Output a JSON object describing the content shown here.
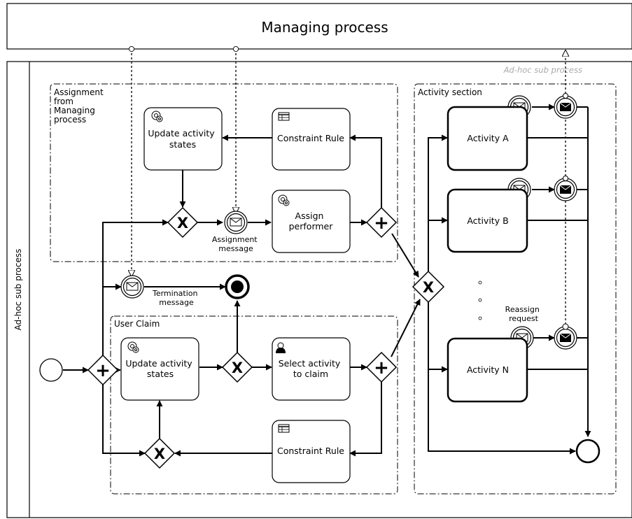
{
  "pool_top": {
    "title": "Managing process"
  },
  "pool_main": {
    "title": "Ad-hoc sub process",
    "watermark": "Ad-hoc sub process"
  },
  "groups": {
    "assignment": "Assignment\nfrom\nManaging\nprocess",
    "user_claim": "User Claim",
    "activity_section": "Activity section"
  },
  "tasks": {
    "update_states_top": "Update activity\nstates",
    "constraint_rule_top": "Constraint Rule",
    "assign_performer": "Assign\nperformer",
    "update_states_bottom": "Update activity\nstates",
    "select_activity": "Select activity\nto claim",
    "constraint_rule_bottom": "Constraint Rule",
    "activity_a": "Activity A",
    "activity_b": "Activity B",
    "activity_n": "Activity N"
  },
  "labels": {
    "assignment_message": "Assignment\nmessage",
    "termination_message": "Termination\nmessage",
    "reassign_request": "Reassign\nrequest"
  },
  "gateway_symbols": {
    "exclusive": "X",
    "parallel": "+"
  }
}
